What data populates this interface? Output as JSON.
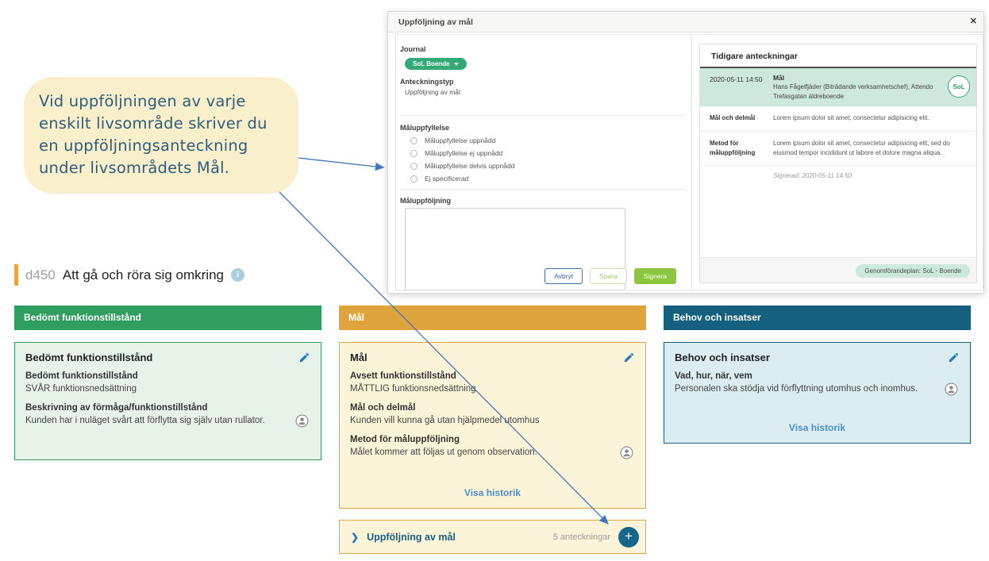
{
  "icons": {
    "close": "✕",
    "chevron_right": "❯",
    "plus": "+",
    "info": "i"
  },
  "colors": {
    "green": "#2f9e5e",
    "green_light": "#e7f2e8",
    "amber": "#dfa53c",
    "amber_light": "#fcf4d9",
    "blue": "#15607f",
    "blue_light": "#dcedf2",
    "link_blue": "#4a90c8",
    "arrow_blue": "#4176bd",
    "journal_pill_green": "#35a878",
    "note_highlight_green": "#cfe8dc",
    "signera_green": "#8cc63f",
    "plus_button_teal": "#16678a",
    "bubble_bg": "#f9efca",
    "bubble_text": "#2d5e7d",
    "heading_bar": "#eaa63c"
  },
  "callout": {
    "text": "Vid uppföljningen av varje enskilt livsområde skriver du en uppföljningsanteckning under livsområdets Mål."
  },
  "modal": {
    "title": "Uppföljning av mål",
    "form": {
      "journal_label": "Journal",
      "journal_value": "SoL Boende",
      "anteckningstyp_label": "Anteckningstyp",
      "anteckningstyp_value": "Uppföljning av mål",
      "maluppfyllelse_label": "Måluppfyllelse",
      "radio_options": [
        "Måluppfyllelse uppnådd",
        "Måluppfyllelse ej uppnådd",
        "Måluppfyllelse delvis uppnådd",
        "Ej specificerad"
      ],
      "maluppfoljning_label": "Måluppföljning",
      "textarea_value": "",
      "buttons": {
        "avbryt": "Avbryt",
        "spara": "Spara",
        "signera": "Signera"
      }
    },
    "previous_notes": {
      "title": "Tidigare anteckningar",
      "entry": {
        "date": "2020-05-11  14:50",
        "type": "Mål",
        "author": "Hans Fågelfjäder (Biträdande verksamhetschef), Attendo Trefasgatan äldreboende",
        "badge": "SoL",
        "rows": [
          {
            "label": "Mål och delmål",
            "value": "Lorem ipsum dolor sit amet, consectetur adipisicing elit."
          },
          {
            "label": "Metod för måluppföljning",
            "value": "Lorem ipsum dolor sit amet, consectetur adipisicing elit, sed do eiusmod tempor incididunt ut labore et dolore magna aliqua."
          }
        ],
        "signed": "Signerad: 2020-05-11 14:50",
        "plan_tag": "Genomförandeplan: SoL - Boende"
      }
    }
  },
  "page": {
    "code": "d450",
    "title": "Att gå och röra sig omkring",
    "columns": [
      {
        "header": "Bedömt funktionstillstånd",
        "card": {
          "title": "Bedömt funktionstillstånd",
          "fields": [
            {
              "label": "Bedömt funktionstillstånd",
              "value": "SVÅR funktionsnedsättning"
            },
            {
              "label": "Beskrivning av förmåga/funktionstillstånd",
              "value": "Kunden har i nuläget svårt att förflytta sig själv utan rullator."
            }
          ]
        }
      },
      {
        "header": "Mål",
        "card": {
          "title": "Mål",
          "fields": [
            {
              "label": "Avsett funktionstillstånd",
              "value": "MÅTTLIG funktionsnedsättning"
            },
            {
              "label": "Mål och delmål",
              "value": "Kunden vill kunna gå utan hjälpmedel utomhus"
            },
            {
              "label": "Metod för måluppföljning",
              "value": "Målet kommer att följas ut genom observation."
            }
          ],
          "history_link": "Visa historik"
        },
        "accordion": {
          "title": "Uppföljning av mål",
          "count": "5 anteckningar"
        }
      },
      {
        "header": "Behov och insatser",
        "card": {
          "title": "Behov och insatser",
          "fields": [
            {
              "label": "Vad, hur, när, vem",
              "value": "Personalen ska stödja vid förflyttning utomhus och inomhus."
            }
          ],
          "history_link": "Visa historik"
        }
      }
    ]
  }
}
